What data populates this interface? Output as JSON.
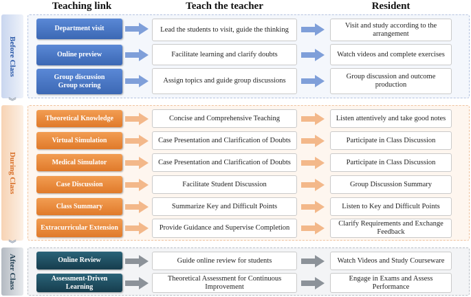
{
  "headers": {
    "teaching_link": "Teaching link",
    "teach_the_teacher": "Teach the teacher",
    "resident": "Resident"
  },
  "colors": {
    "before_step": "#4a78c4",
    "before_arrow": "#7f9fd9",
    "during_step": "#e8893a",
    "during_arrow": "#f3b88a",
    "after_step": "#1f4e62",
    "after_arrow": "#8c9299"
  },
  "phases": [
    {
      "label": "Before Class",
      "rows": [
        {
          "step": "Department visit",
          "teacher": "Lead the students to visit, guide the thinking",
          "resident": "Visit and study according to the arrangement"
        },
        {
          "step": "Online preview",
          "teacher": "Facilitate learning and clarify doubts",
          "resident": "Watch videos and complete exercises"
        },
        {
          "step": "Group discussion\nGroup scoring",
          "teacher": "Assign topics and guide group discussions",
          "resident": "Group discussion and outcome production"
        }
      ]
    },
    {
      "label": "During Class",
      "rows": [
        {
          "step": "Theoretical Knowledge",
          "teacher": "Concise and Comprehensive Teaching",
          "resident": "Listen attentively and take good notes"
        },
        {
          "step": "Virtual Simulation",
          "teacher": "Case Presentation and Clarification of Doubts",
          "resident": "Participate in Class Discussion"
        },
        {
          "step": "Medical Simulator",
          "teacher": "Case Presentation and Clarification of Doubts",
          "resident": "Participate in Class Discussion"
        },
        {
          "step": "Case Discussion",
          "teacher": "Facilitate Student Discussion",
          "resident": "Group Discussion Summary"
        },
        {
          "step": "Class Summary",
          "teacher": "Summarize Key and Difficult Points",
          "resident": "Listen to Key and Difficult Points"
        },
        {
          "step": "Extracurricular Extension",
          "teacher": "Provide Guidance and Supervise Completion",
          "resident": "Clarify Requirements and Exchange Feedback"
        }
      ]
    },
    {
      "label": "After Class",
      "rows": [
        {
          "step": "Online Review",
          "teacher": "Guide online review for students",
          "resident": "Watch Videos and Study Courseware"
        },
        {
          "step": "Assessment-Driven Learning",
          "teacher": "Theoretical Assessment for Continuous Improvement",
          "resident": "Engage in Exams and Assess Performance"
        }
      ]
    }
  ]
}
